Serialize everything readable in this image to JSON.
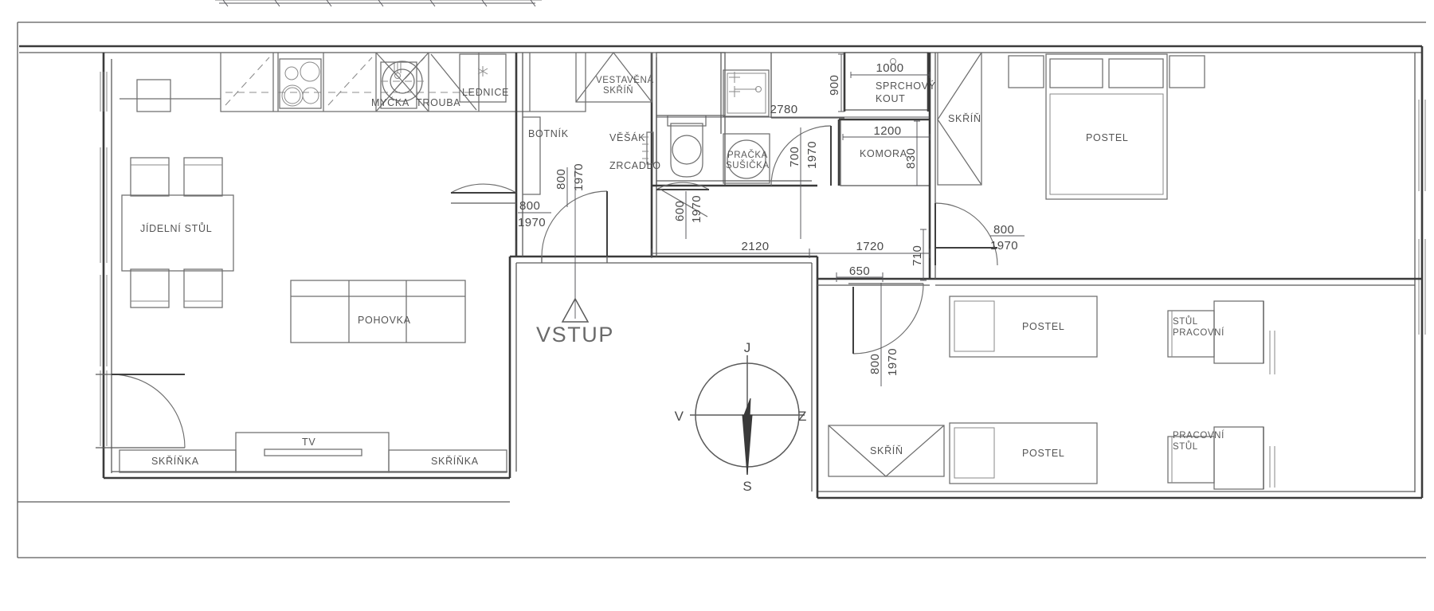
{
  "drawing": {
    "type": "architectural-floor-plan",
    "language": "cs",
    "entrance": {
      "label": "VSTUP",
      "marker": "triangle-up-icon"
    },
    "compass": {
      "north": "J",
      "south": "S",
      "east": "Z",
      "west": "V"
    }
  },
  "rooms": {
    "living_kitchen": {
      "furniture": [
        {
          "key": "dining_table",
          "label": "JÍDELNÍ STŮL"
        },
        {
          "key": "sofa",
          "label": "POHOVKA"
        },
        {
          "key": "tv",
          "label": "TV"
        },
        {
          "key": "cabinet_left",
          "label": "SKŘÍŇKA"
        },
        {
          "key": "cabinet_right",
          "label": "SKŘÍŇKA"
        }
      ]
    },
    "kitchen_line": {
      "appliances": [
        {
          "key": "dishwasher",
          "label": "MYČKA"
        },
        {
          "key": "oven",
          "label": "TROUBA"
        },
        {
          "key": "fridge",
          "label": "LEDNICE"
        }
      ]
    },
    "hall": {
      "furniture": [
        {
          "key": "shoe_cabinet",
          "label": "BOTNÍK"
        },
        {
          "key": "built_in_wardrobe",
          "label": "VESTAVĚNÁ\nSKŘÍŇ"
        },
        {
          "key": "built_in_wardrobe_line1",
          "label": "VESTAVĚNÁ"
        },
        {
          "key": "built_in_wardrobe_line2",
          "label": "SKŘÍŇ"
        },
        {
          "key": "coat_rack",
          "label": "VĚŠÁK"
        },
        {
          "key": "mirror",
          "label": "ZRCADLO"
        }
      ]
    },
    "bathroom": {
      "fixtures": [
        {
          "key": "washer_dryer_line1",
          "label": "PRAČKA"
        },
        {
          "key": "washer_dryer_line2",
          "label": "SUŠIČKA"
        },
        {
          "key": "shower_line1",
          "label": "SPRCHOVÝ"
        },
        {
          "key": "shower_line2",
          "label": "KOUT"
        }
      ]
    },
    "pantry": {
      "label": "KOMORA"
    },
    "bedroom_master": {
      "furniture": [
        {
          "key": "wardrobe",
          "label": "SKŘÍŇ"
        },
        {
          "key": "bed",
          "label": "POSTEL"
        }
      ]
    },
    "bedroom_kids": {
      "furniture": [
        {
          "key": "bed_upper",
          "label": "POSTEL"
        },
        {
          "key": "bed_lower",
          "label": "POSTEL"
        },
        {
          "key": "wardrobe",
          "label": "SKŘÍŇ"
        },
        {
          "key": "desk_upper_line1",
          "label": "PRACOVNÍ"
        },
        {
          "key": "desk_upper_line2",
          "label": "STŮL"
        },
        {
          "key": "desk_lower_line1",
          "label": "PRACOVNÍ"
        },
        {
          "key": "desk_lower_line2",
          "label": "STŮL"
        }
      ]
    }
  },
  "dimensions": {
    "doors": [
      {
        "key": "door_living_hall",
        "width": "800",
        "height": "1970"
      },
      {
        "key": "door_hall_entry",
        "width": "800",
        "height": "1970"
      },
      {
        "key": "door_wc",
        "width": "600",
        "height": "1970"
      },
      {
        "key": "door_bath",
        "width": "700",
        "height": "1970"
      },
      {
        "key": "door_bedroom_master",
        "width": "800",
        "height": "1970"
      },
      {
        "key": "door_bedroom_kids",
        "width": "800",
        "height": "1970"
      }
    ],
    "horizontal": [
      {
        "key": "bath_total_width",
        "value": "2780"
      },
      {
        "key": "shower_width",
        "value": "1000"
      },
      {
        "key": "pantry_width",
        "value": "1200"
      },
      {
        "key": "hall_segment_left",
        "value": "2120"
      },
      {
        "key": "hall_segment_right",
        "value": "1720"
      },
      {
        "key": "corridor_offset",
        "value": "650"
      }
    ],
    "vertical": [
      {
        "key": "shower_depth",
        "value": "900"
      },
      {
        "key": "pantry_depth",
        "value": "830"
      },
      {
        "key": "wall_return",
        "value": "710"
      }
    ]
  }
}
